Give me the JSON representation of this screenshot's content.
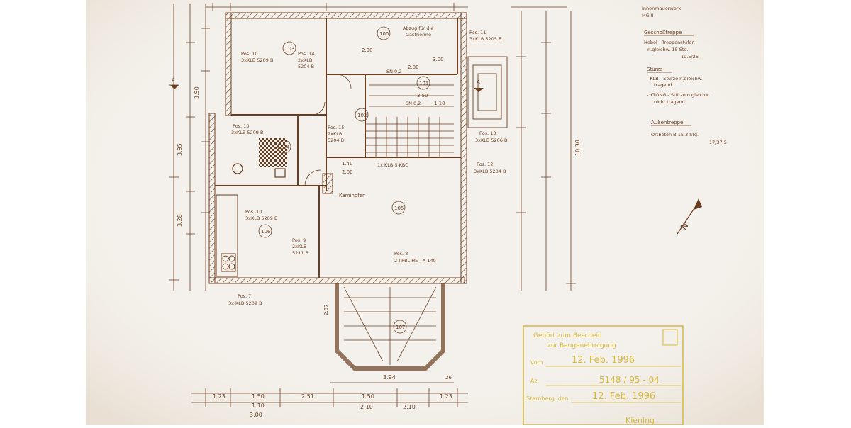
{
  "colors": {
    "paper": "#f4f1ec",
    "ink": "#6b3d20",
    "stamp": "#d8b93a",
    "background": "#ffffff"
  },
  "notes": {
    "header": "Innenmauerwerk",
    "header2": "MG II",
    "stairs_title": "Geschoßtreppe",
    "stairs_line1": "Hebel - Treppenstufen",
    "stairs_line2": "n.gleichw.   15 Stg.",
    "stairs_line3": "19.5/26",
    "lintels_title": "Stürze",
    "lintels_line1": "- KLB - Stürze n.gleichw.",
    "lintels_line2": "tragend",
    "lintels_line3": "- YTONG - Stürze n.gleichw.",
    "lintels_line4": "nicht tragend",
    "outer_stairs_title": "Außentreppe",
    "outer_stairs_line1": "Ortbeton  B 15   3 Stg.",
    "outer_stairs_line2": "17/37.5"
  },
  "rooms": {
    "r100": "100",
    "r101": "101",
    "r102": "102",
    "r103": "103",
    "r104": "104",
    "r105": "105",
    "r106": "106",
    "r107": "107"
  },
  "labels": {
    "abzug1": "Abzug  für die",
    "abzug2": "Gastherme",
    "kaminofen": "Kaminofen",
    "pos10a_1": "Pos. 10",
    "pos10a_2": "3xKLB 5209 B",
    "pos10b_1": "Pos. 10",
    "pos10b_2": "3xKLB 5209 B",
    "pos10c_1": "Pos. 10",
    "pos10c_2": "3xKLB 5209 B",
    "pos14_1": "Pos. 14",
    "pos14_2": "2xKLB",
    "pos14_3": "5204 B",
    "pos15_1": "Pos. 15",
    "pos15_2": "2xKLB",
    "pos15_3": "5204 B",
    "pos11_1": "Pos. 11",
    "pos11_2": "3xKLB 5205 B",
    "pos13_1": "Pos. 13",
    "pos13_2": "3xKLB 5206 B",
    "pos12_1": "Pos. 12",
    "pos12_2": "3xKLB 5204 B",
    "pos9_1": "Pos. 9",
    "pos9_2": "2xKLB",
    "pos9_3": "5211 B",
    "pos8_1": "Pos. 8",
    "pos8_2": "2 I PBL  HE - A 140",
    "pos7_1": "Pos. 7",
    "pos7_2": "3x KLB  5209 B",
    "lintel_ygn": "1x KLB 5 KBC",
    "sn02a": "SN 0,2",
    "sn02b": "SN 0,2",
    "section_a": "A"
  },
  "dimensions": {
    "d290": "2.90",
    "d300": "3.00",
    "d200a": "2.00",
    "d350": "3.50",
    "d110": "1.10",
    "d140": "1.40",
    "d200b": "2.00",
    "d394": "3.94",
    "d26": "26",
    "d287": "2.87",
    "bottom": [
      "1.23",
      "1.50",
      "2.51",
      "1.50",
      "1.23"
    ],
    "bottom2": [
      "1.10",
      "2.10",
      "2.10"
    ],
    "bottom3": "3.00",
    "right_total": "10.30",
    "left_a": "3.28",
    "left_b": "3.95",
    "left_c": "3.90"
  },
  "stamp": {
    "line1": "Gehört zum Bescheid",
    "line2": "zur Baugenehmigung",
    "vom_label": "vom",
    "vom_date": "12. Feb. 1996",
    "az_label": "Az.",
    "az_value": "5148 / 95 - 04",
    "place_label": "Starnberg, den",
    "place_date": "12. Feb. 1996",
    "signature": "Kiening"
  },
  "north_symbol": "N"
}
